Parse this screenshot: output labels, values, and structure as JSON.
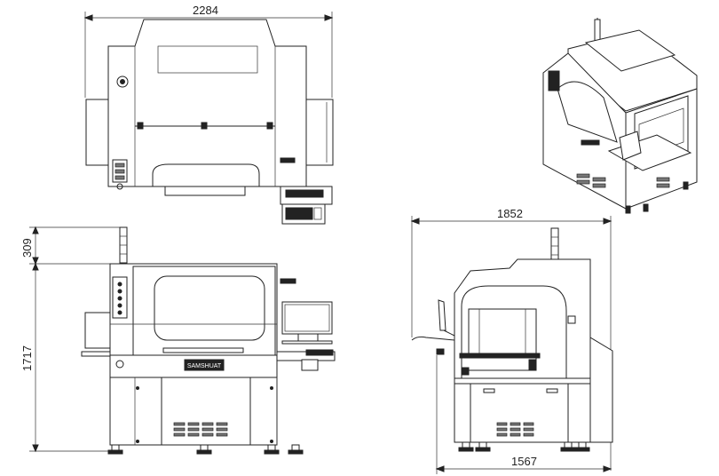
{
  "dimensions": {
    "top_width": "2284",
    "front_top_height": "309",
    "front_height": "1717",
    "side_width": "1852",
    "side_base": "1567"
  },
  "labels": {
    "brand_plate": "SAMSHUAT"
  },
  "colors": {
    "line": "#222222",
    "background": "#ffffff"
  }
}
